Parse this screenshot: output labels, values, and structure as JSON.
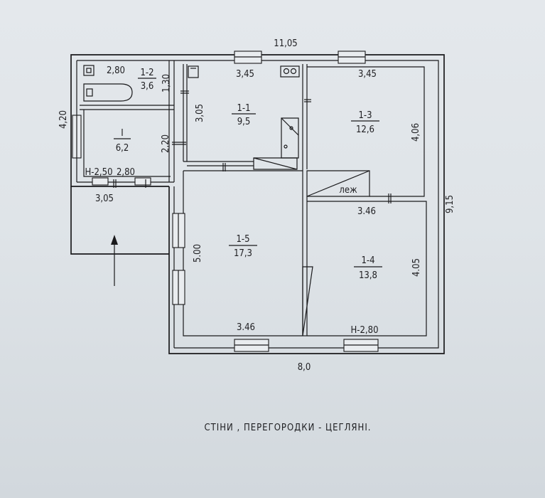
{
  "overall": {
    "width_top": "11,05",
    "width_bottom": "8,0",
    "depth_right": "9,15",
    "depth_left": "4,20"
  },
  "rooms": [
    {
      "id": "1-1",
      "area": "9,5"
    },
    {
      "id": "1-2",
      "area": "3,6"
    },
    {
      "id": "1-3",
      "area": "12,6"
    },
    {
      "id": "1-4",
      "area": "13,8"
    },
    {
      "id": "1-5",
      "area": "17,3"
    },
    {
      "id": "I",
      "area": "6,2"
    }
  ],
  "dimensions": {
    "d280_top": "2,80",
    "d130": "1,30",
    "d345_a": "3,45",
    "d345_b": "3,45",
    "d305_vert": "3,05",
    "d220": "2,20",
    "d406": "4,06",
    "d346_a": "3.46",
    "d346_b": "3.46",
    "d500": "5.00",
    "d405": "4.05",
    "d305_bottom": "3,05",
    "d280_vest": "2,80",
    "h250": "Н-2,50",
    "h280": "Н-2,80"
  },
  "labels": {
    "stove_bed": "леж"
  },
  "caption": {
    "text": "СТІНИ  ,  ПЕРЕГОРОДКИ   -   ЦЕГЛЯНІ."
  }
}
